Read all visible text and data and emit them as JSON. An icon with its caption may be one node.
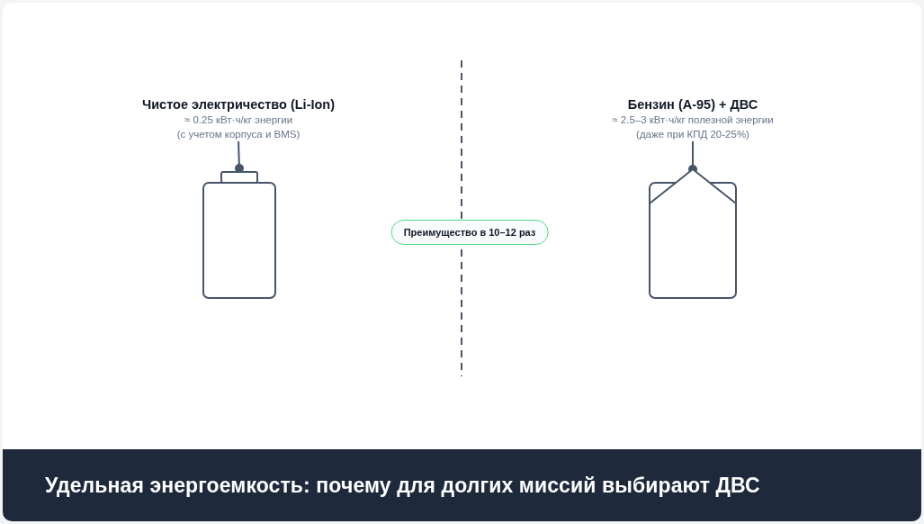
{
  "diagram": {
    "title": "Удельная энергоемкость: почему для долгих миссий выбирают ДВС",
    "nodes": [
      {
        "text": [
          "Чистое электричество (Li-Ion)",
          "≈ 0.25 кВт·ч/кг энергии",
          "(с учетом корпуса и BMS)"
        ]
      },
      {
        "text": [],
        "shape": "battery"
      },
      {
        "text": [
          "Преимущество в 10–12 раз"
        ]
      },
      {
        "text": [
          "Бензин (А-95) + ДВС",
          "≈ 2.5–3 кВт·ч/кг полезной энергии",
          "(даже при КПД 20-25%)"
        ]
      },
      {
        "text": [],
        "shape": "canister"
      }
    ],
    "edges": [
      {
        "from": 0,
        "to": 1,
        "arrow": "other"
      },
      {
        "from": 3,
        "to": 4,
        "arrow": "other"
      }
    ]
  }
}
